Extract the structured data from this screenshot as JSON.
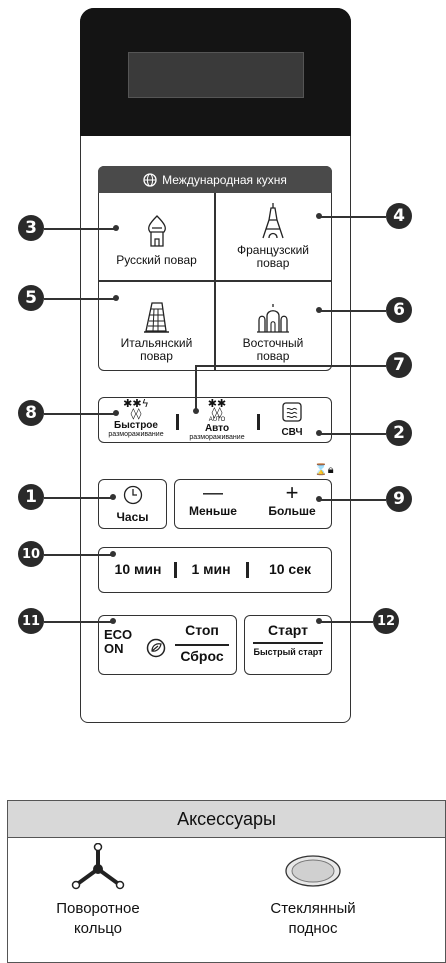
{
  "international": {
    "header": "Международная кухня",
    "russian": "Русский повар",
    "french_l1": "Французский",
    "french_l2": "повар",
    "italian_l1": "Итальянский",
    "italian_l2": "повар",
    "oriental_l1": "Восточный",
    "oriental_l2": "повар"
  },
  "defrost": {
    "quick_l1": "Быстрое",
    "quick_l2": "размораживание",
    "auto_tag": "AUTO",
    "auto_l1": "Авто",
    "auto_l2": "размораживание",
    "microwave": "СВЧ"
  },
  "clock": {
    "label": "Часы"
  },
  "adjust": {
    "less": "Меньше",
    "more": "Больше",
    "minus": "—",
    "plus": "+"
  },
  "time": {
    "ten_min": "10 мин",
    "one_min": "1 мин",
    "ten_sec": "10 сек"
  },
  "eco": {
    "l1": "ECO",
    "l2": "ON",
    "stop": "Стоп",
    "reset": "Сброс"
  },
  "start": {
    "label": "Старт",
    "quick": "Быстрый старт"
  },
  "callouts": {
    "c1": "1",
    "c2": "2",
    "c3": "3",
    "c4": "4",
    "c5": "5",
    "c6": "6",
    "c7": "7",
    "c8": "8",
    "c9": "9",
    "c10": "10",
    "c11": "11",
    "c12": "12"
  },
  "accessories": {
    "title": "Аксессуары",
    "ring_l1": "Поворотное",
    "ring_l2": "кольцо",
    "tray_l1": "Стеклянный",
    "tray_l2": "поднос"
  }
}
